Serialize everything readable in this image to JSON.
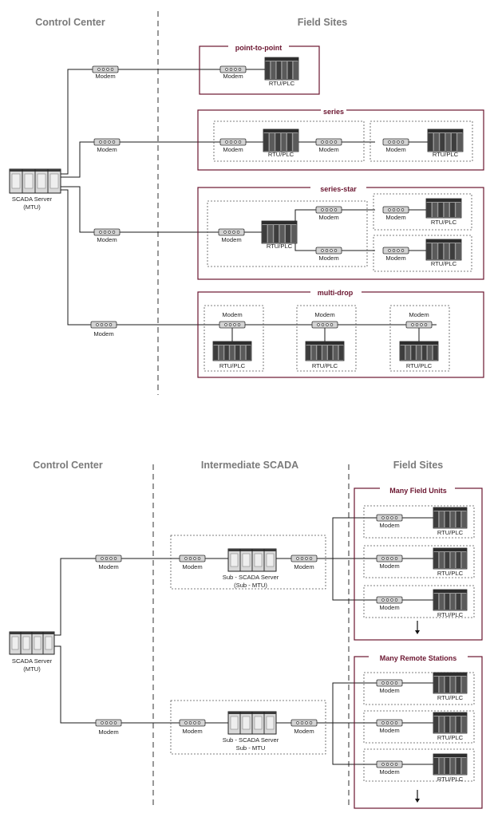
{
  "top_diagram": {
    "headers": {
      "control_center": "Control Center",
      "field_sites": "Field Sites"
    },
    "server": {
      "line1": "SCADA Server",
      "line2": "(MTU)"
    },
    "modem_label": "Modem",
    "rtu_label": "RTU/PLC",
    "groups": {
      "point_to_point": "point-to-point",
      "series": "series",
      "series_star": "series-star",
      "multi_drop": "multi-drop"
    }
  },
  "bottom_diagram": {
    "headers": {
      "control_center": "Control Center",
      "intermediate": "Intermediate SCADA",
      "field_sites": "Field Sites"
    },
    "server": {
      "line1": "SCADA Server",
      "line2": "(MTU)"
    },
    "sub_server_1": {
      "line1": "Sub - SCADA Server",
      "line2": "(Sub - MTU)"
    },
    "sub_server_2": {
      "line1": "Sub - SCADA Server",
      "line2": "Sub - MTU"
    },
    "modem_label": "Modem",
    "rtu_label": "RTU/PLC",
    "groups": {
      "many_field_units": "Many Field Units",
      "many_remote_stations": "Many Remote Stations"
    }
  },
  "colors": {
    "line": "#1a1a1a",
    "divider": "#555555",
    "group_border": "#6b1630",
    "group_title": "#6b1630",
    "header_text": "#7a7a7a",
    "rack_fill": "#4a4a4a"
  }
}
